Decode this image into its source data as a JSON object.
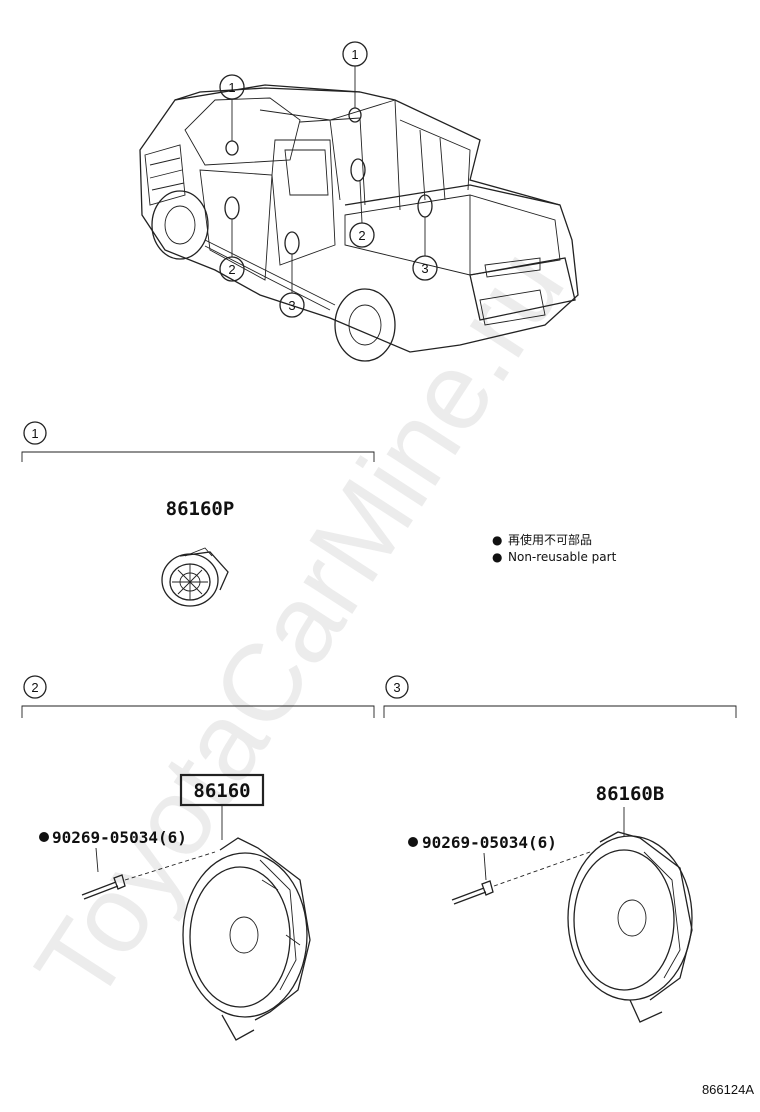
{
  "watermark": "ToyotaCarMine.ru",
  "callouts": {
    "c1": "1",
    "c2": "2",
    "c3": "3"
  },
  "sections": {
    "s1": {
      "number": "1",
      "part_number": "86160P"
    },
    "s2": {
      "number": "2",
      "part_number": "86160",
      "bolt_label": "90269-05034(6)"
    },
    "s3": {
      "number": "3",
      "part_number": "86160B",
      "bolt_label": "90269-05034(6)"
    }
  },
  "legend": {
    "bullet": "●",
    "line_jp": "再使用不可部品",
    "line_en": "Non-reusable part"
  },
  "figure_ref": "866124A"
}
